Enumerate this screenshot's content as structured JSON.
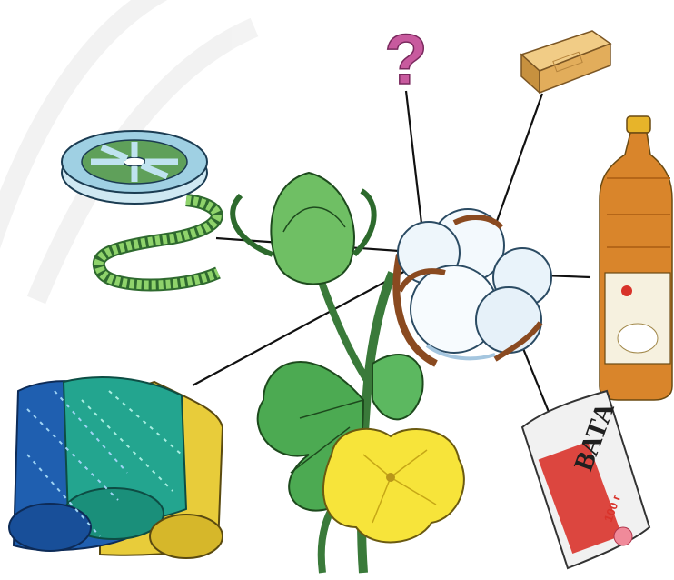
{
  "diagram": {
    "center": "cotton-boll",
    "question_mark": "?",
    "cotton_wool_pack": {
      "brand": "ВАТА",
      "weight": "100 г"
    },
    "products": [
      {
        "id": "question",
        "icon": "question-mark-icon"
      },
      {
        "id": "soap",
        "icon": "soap-bar-icon"
      },
      {
        "id": "film",
        "icon": "film-reel-icon"
      },
      {
        "id": "oil",
        "icon": "oil-bottle-icon"
      },
      {
        "id": "fabric",
        "icon": "fabric-rolls-icon"
      },
      {
        "id": "cotton-wool",
        "icon": "cotton-wool-pack-icon"
      }
    ],
    "colors": {
      "line": "#111111",
      "question": "#c85a9e",
      "soap": "#e6b86a",
      "oil": "#d98a2a",
      "leaf": "#3d9a48",
      "flower": "#f7e43a",
      "fabric_blue": "#1f5fb0",
      "fabric_teal": "#23a58f",
      "fabric_yellow": "#e6c72c"
    }
  }
}
